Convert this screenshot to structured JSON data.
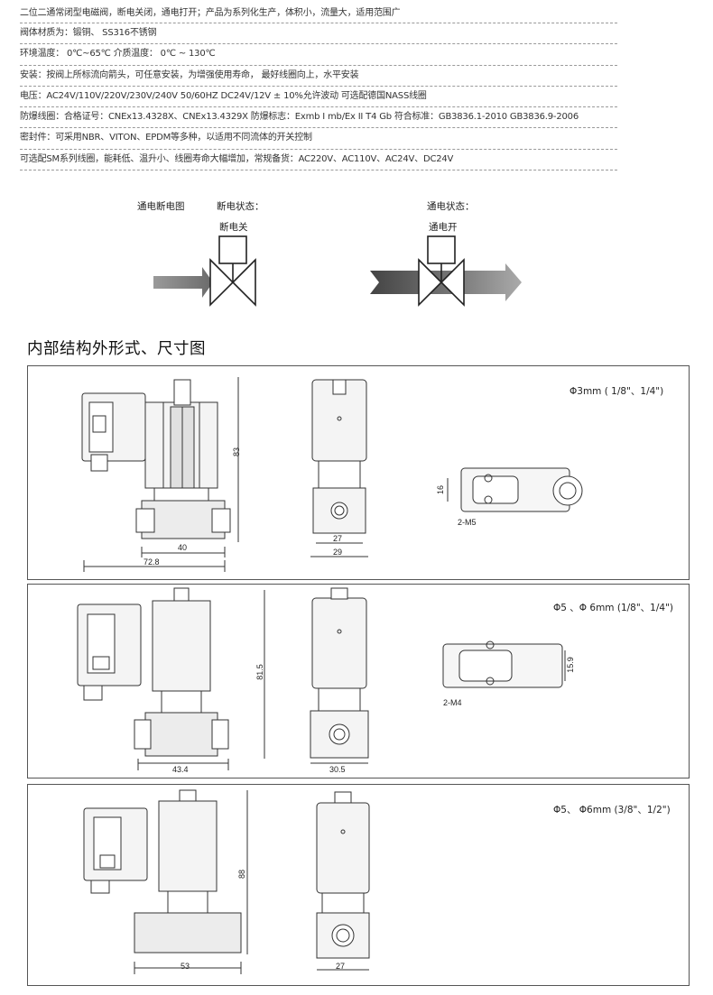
{
  "specs": [
    "二位二通常闭型电磁阀，断电关闭，通电打开；产品为系列化生产，体积小，流量大，适用范围广",
    "阀体材质为：锻铜、 SS316不锈钢",
    "环境温度： 0℃~65℃      介质温度： 0℃ ~ 130℃",
    "安装：按阀上所标流向箭头，可任意安装，为增强使用寿命，   最好线圈向上，水平安装",
    "电压：AC24V/110V/220V/230V/240V  50/60HZ  DC24V/12V      ± 10%允许波动    可选配德国NASS线圈",
    "防爆线圈：合格证号：CNEx13.4328X、CNEx13.4329X   防爆标志：Exmb I mb/Ex II T4 Gb     符合标准：GB3836.1-2010   GB3836.9-2006",
    "密封件：可采用NBR、VITON、EPDM等多种，以适用不同流体的开关控制",
    "可选配SM系列线圈，能耗低、温升小、线圈寿命大幅增加，常规备货：AC220V、AC110V、AC24V、DC24V"
  ],
  "schematic": {
    "title": "通电断电图",
    "off_state": "断电状态：",
    "off_value": "断电关",
    "on_state": "通电状态：",
    "on_value": "通电开"
  },
  "section_title": "内部结构外形式、尺寸图",
  "panels": [
    {
      "size": "Φ3mm ( 1/8\"、1/4\")",
      "dims": {
        "height": "83",
        "body": "40",
        "total": "72.8",
        "side_inner": "27",
        "side_outer": "29",
        "top_h": "16",
        "screws": "2-M5"
      }
    },
    {
      "size": "Φ5 、Φ 6mm  (1/8\"、1/4\")",
      "dims": {
        "height": "81.5",
        "body": "43.4",
        "side": "30.5",
        "top_h": "15.9",
        "screws": "2-M4"
      }
    },
    {
      "size": "Φ5、   Φ6mm   (3/8\"、1/2\")",
      "dims": {
        "height": "88",
        "body": "53",
        "side": "27"
      }
    }
  ],
  "colors": {
    "line": "#333333",
    "fill_light": "#f2f2f2",
    "arrow_dark": "#4a4a4a",
    "arrow_light": "#9a9a9a",
    "cut": "#c8c8c8"
  }
}
